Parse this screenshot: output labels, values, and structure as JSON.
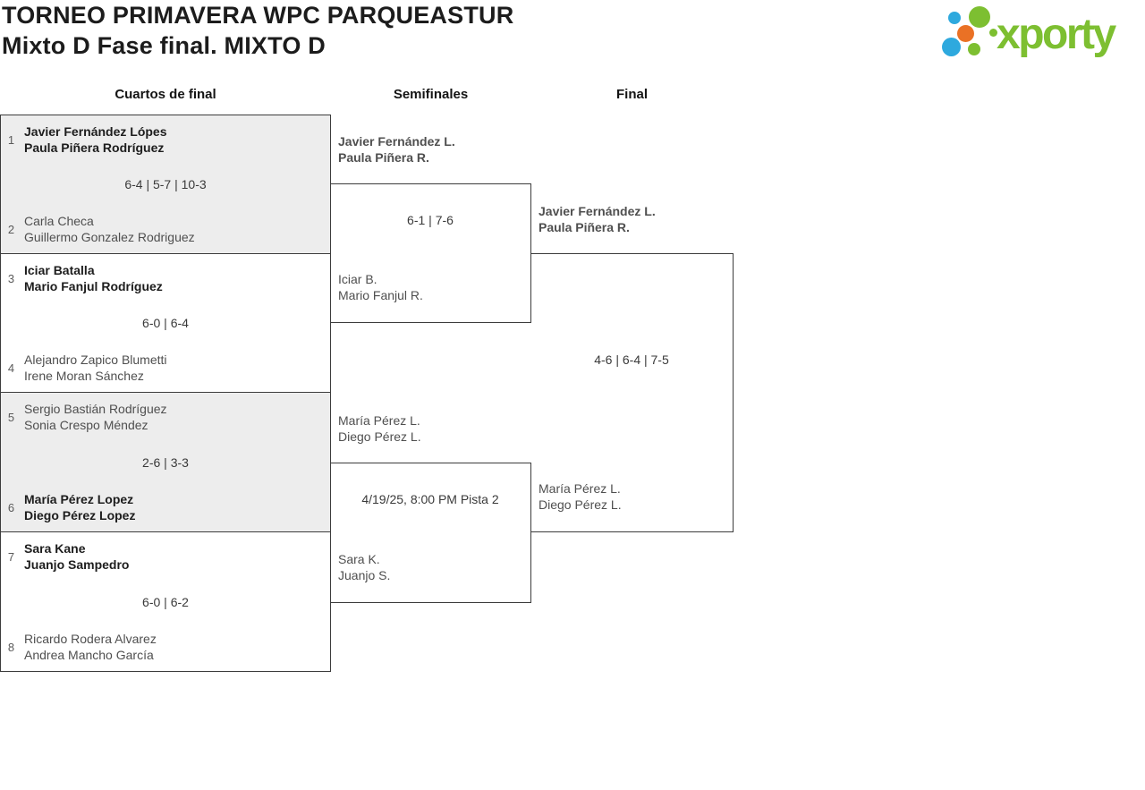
{
  "header": {
    "title_line1": "TORNEO PRIMAVERA WPC PARQUEASTUR",
    "title_line2": "Mixto D Fase final. MIXTO D",
    "logo_text": "xporty"
  },
  "colors": {
    "logo_green": "#7dbf31",
    "logo_blue": "#2ea9de",
    "logo_orange": "#ea7125",
    "box_border": "#3c3c3c",
    "alt_row_background": "#ededed"
  },
  "rounds": [
    {
      "label": "Cuartos de final"
    },
    {
      "label": "Semifinales"
    },
    {
      "label": "Final"
    }
  ],
  "bracket": {
    "quarterfinals": [
      {
        "seed_top": "1",
        "team_top": [
          "Javier Fernández Lópes",
          "Paula Piñera Rodríguez"
        ],
        "top_winner": true,
        "score": "6-4 | 5-7 | 10-3",
        "seed_bottom": "2",
        "team_bottom": [
          "Carla Checa",
          "Guillermo Gonzalez Rodriguez"
        ],
        "bottom_winner": false
      },
      {
        "seed_top": "3",
        "team_top": [
          "Iciar Batalla",
          "Mario Fanjul Rodríguez"
        ],
        "top_winner": true,
        "score": "6-0 | 6-4",
        "seed_bottom": "4",
        "team_bottom": [
          "Alejandro Zapico Blumetti",
          "Irene Moran Sánchez"
        ],
        "bottom_winner": false
      },
      {
        "seed_top": "5",
        "team_top": [
          "Sergio Bastián Rodríguez",
          "Sonia Crespo Méndez"
        ],
        "top_winner": false,
        "score": "2-6 | 3-3",
        "seed_bottom": "6",
        "team_bottom": [
          "María Pérez Lopez",
          "Diego Pérez Lopez"
        ],
        "bottom_winner": true
      },
      {
        "seed_top": "7",
        "team_top": [
          "Sara Kane",
          "Juanjo Sampedro"
        ],
        "top_winner": true,
        "score": "6-0 | 6-2",
        "seed_bottom": "8",
        "team_bottom": [
          "Ricardo Rodera Alvarez",
          "Andrea Mancho García"
        ],
        "bottom_winner": false
      }
    ],
    "semifinals": [
      {
        "team_top": [
          "Javier Fernández L.",
          "Paula Piñera R."
        ],
        "top_winner": true,
        "center_text": "6-1 | 7-6",
        "team_bottom": [
          "Iciar B.",
          "Mario Fanjul R."
        ],
        "bottom_winner": false
      },
      {
        "team_top": [
          "María Pérez L.",
          "Diego Pérez L."
        ],
        "top_winner": false,
        "center_text": "4/19/25, 8:00 PM Pista 2",
        "team_bottom": [
          "Sara K.",
          "Juanjo S."
        ],
        "bottom_winner": false
      }
    ],
    "final": {
      "team_top": [
        "Javier Fernández L.",
        "Paula Piñera R."
      ],
      "top_winner": true,
      "center_text": "4-6 | 6-4 | 7-5",
      "team_bottom": [
        "María Pérez L.",
        "Diego Pérez L."
      ],
      "bottom_winner": false
    }
  }
}
